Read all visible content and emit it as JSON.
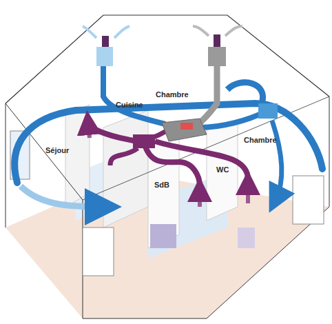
{
  "diagram": {
    "labels": [
      "Séjour",
      "Cuisine",
      "Chambre",
      "Chambre",
      "SdB",
      "WC"
    ]
  }
}
